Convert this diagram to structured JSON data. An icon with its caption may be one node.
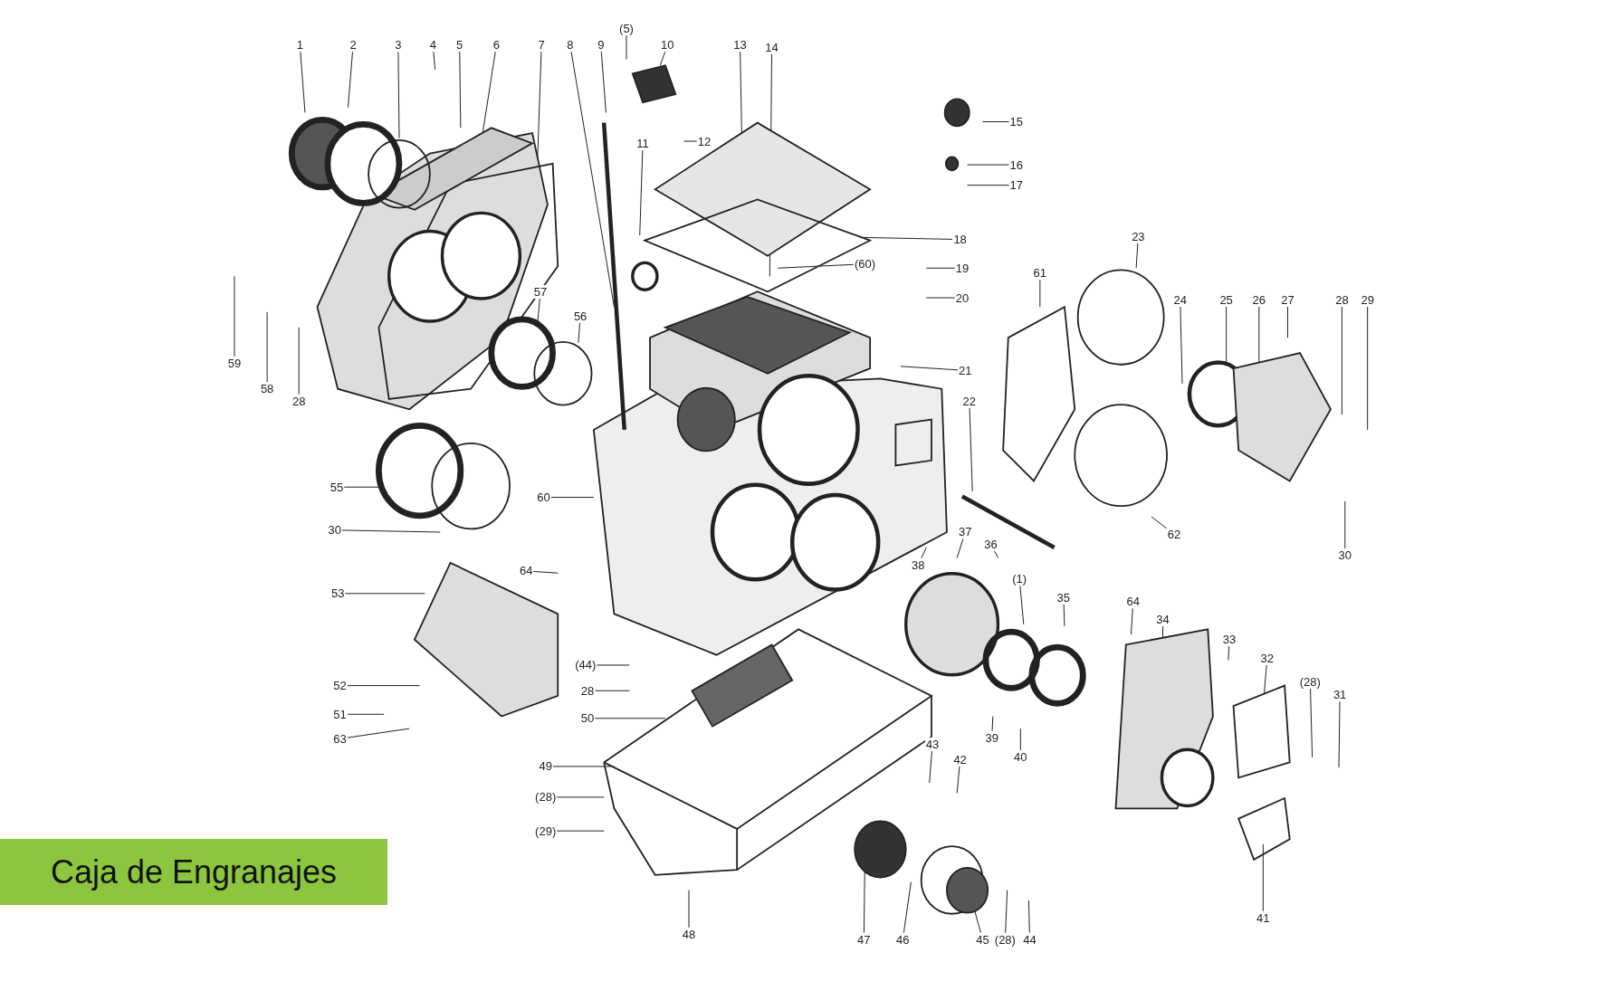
{
  "diagram": {
    "title": "Caja de Engranajes",
    "nodes": [
      {
        "text": [
          "1"
        ]
      },
      {
        "text": [
          "2"
        ]
      },
      {
        "text": [
          "3"
        ]
      },
      {
        "text": [
          "4"
        ]
      },
      {
        "text": [
          "5"
        ]
      },
      {
        "text": [
          "6"
        ]
      },
      {
        "text": [
          "7"
        ]
      },
      {
        "text": [
          "8"
        ]
      },
      {
        "text": [
          "9"
        ]
      },
      {
        "text": [
          "(5)"
        ]
      },
      {
        "text": [
          "10"
        ]
      },
      {
        "text": [
          "13"
        ]
      },
      {
        "text": [
          "14"
        ]
      },
      {
        "text": [
          "12"
        ]
      },
      {
        "text": [
          "11"
        ]
      },
      {
        "text": [
          "15"
        ]
      },
      {
        "text": [
          "16"
        ]
      },
      {
        "text": [
          "17"
        ]
      },
      {
        "text": [
          "18"
        ]
      },
      {
        "text": [
          "(60)"
        ]
      },
      {
        "text": [
          "19"
        ]
      },
      {
        "text": [
          "20"
        ]
      },
      {
        "text": [
          "21"
        ]
      },
      {
        "text": [
          "22"
        ]
      },
      {
        "text": [
          "23"
        ]
      },
      {
        "text": [
          "61"
        ]
      },
      {
        "text": [
          "24"
        ]
      },
      {
        "text": [
          "25"
        ]
      },
      {
        "text": [
          "26"
        ]
      },
      {
        "text": [
          "27"
        ]
      },
      {
        "text": [
          "28"
        ]
      },
      {
        "text": [
          "29"
        ]
      },
      {
        "text": [
          "30"
        ]
      },
      {
        "text": [
          "62"
        ]
      },
      {
        "text": [
          "64"
        ]
      },
      {
        "text": [
          "34"
        ]
      },
      {
        "text": [
          "33"
        ]
      },
      {
        "text": [
          "32"
        ]
      },
      {
        "text": [
          "(28)"
        ]
      },
      {
        "text": [
          "31"
        ]
      },
      {
        "text": [
          "41"
        ]
      },
      {
        "text": [
          "35"
        ]
      },
      {
        "text": [
          "(1)"
        ]
      },
      {
        "text": [
          "36"
        ]
      },
      {
        "text": [
          "37"
        ]
      },
      {
        "text": [
          "38"
        ]
      },
      {
        "text": [
          "39"
        ]
      },
      {
        "text": [
          "40"
        ]
      },
      {
        "text": [
          "43"
        ]
      },
      {
        "text": [
          "42"
        ]
      },
      {
        "text": [
          "44"
        ]
      },
      {
        "text": [
          "(28)"
        ]
      },
      {
        "text": [
          "45"
        ]
      },
      {
        "text": [
          "46"
        ]
      },
      {
        "text": [
          "47"
        ]
      },
      {
        "text": [
          "48"
        ]
      },
      {
        "text": [
          "(29)"
        ]
      },
      {
        "text": [
          "(28)"
        ]
      },
      {
        "text": [
          "49"
        ]
      },
      {
        "text": [
          "50"
        ]
      },
      {
        "text": [
          "(44)"
        ]
      },
      {
        "text": [
          "28"
        ]
      },
      {
        "text": [
          "51"
        ]
      },
      {
        "text": [
          "52"
        ]
      },
      {
        "text": [
          "63"
        ]
      },
      {
        "text": [
          "53"
        ]
      },
      {
        "text": [
          "64"
        ]
      },
      {
        "text": [
          "60"
        ]
      },
      {
        "text": [
          "30"
        ]
      },
      {
        "text": [
          "55"
        ]
      },
      {
        "text": [
          "57"
        ]
      },
      {
        "text": [
          "56"
        ]
      },
      {
        "text": [
          "59"
        ]
      },
      {
        "text": [
          "58"
        ]
      },
      {
        "text": [
          "28"
        ]
      }
    ],
    "edges": [
      {
        "from": 0,
        "to": null,
        "arrow": "none"
      },
      {
        "from": 1,
        "to": null,
        "arrow": "none"
      },
      {
        "from": 2,
        "to": null,
        "arrow": "none"
      },
      {
        "from": 3,
        "to": null,
        "arrow": "none"
      },
      {
        "from": 4,
        "to": null,
        "arrow": "none"
      },
      {
        "from": 5,
        "to": null,
        "arrow": "none"
      },
      {
        "from": 6,
        "to": null,
        "arrow": "none"
      },
      {
        "from": 7,
        "to": null,
        "arrow": "none"
      },
      {
        "from": 8,
        "to": null,
        "arrow": "none"
      },
      {
        "from": 9,
        "to": null,
        "arrow": "none"
      },
      {
        "from": 10,
        "to": null,
        "arrow": "none"
      },
      {
        "from": 11,
        "to": null,
        "arrow": "none"
      },
      {
        "from": 12,
        "to": null,
        "arrow": "none"
      },
      {
        "from": 13,
        "to": null,
        "arrow": "none"
      },
      {
        "from": 14,
        "to": null,
        "arrow": "none"
      },
      {
        "from": 15,
        "to": null,
        "arrow": "none"
      },
      {
        "from": 16,
        "to": null,
        "arrow": "none"
      },
      {
        "from": 17,
        "to": null,
        "arrow": "none"
      },
      {
        "from": 18,
        "to": null,
        "arrow": "none"
      },
      {
        "from": 19,
        "to": null,
        "arrow": "none"
      },
      {
        "from": 20,
        "to": null,
        "arrow": "none"
      },
      {
        "from": 21,
        "to": null,
        "arrow": "none"
      },
      {
        "from": 22,
        "to": null,
        "arrow": "none"
      },
      {
        "from": 23,
        "to": null,
        "arrow": "none"
      },
      {
        "from": 24,
        "to": null,
        "arrow": "none"
      },
      {
        "from": 25,
        "to": null,
        "arrow": "none"
      },
      {
        "from": 26,
        "to": null,
        "arrow": "none"
      },
      {
        "from": 27,
        "to": null,
        "arrow": "none"
      },
      {
        "from": 28,
        "to": null,
        "arrow": "none"
      },
      {
        "from": 29,
        "to": null,
        "arrow": "none"
      },
      {
        "from": 30,
        "to": null,
        "arrow": "none"
      },
      {
        "from": 31,
        "to": null,
        "arrow": "none"
      },
      {
        "from": 32,
        "to": null,
        "arrow": "none"
      },
      {
        "from": 33,
        "to": null,
        "arrow": "none"
      },
      {
        "from": 34,
        "to": null,
        "arrow": "none"
      },
      {
        "from": 35,
        "to": null,
        "arrow": "none"
      },
      {
        "from": 36,
        "to": null,
        "arrow": "none"
      },
      {
        "from": 37,
        "to": null,
        "arrow": "none"
      },
      {
        "from": 38,
        "to": null,
        "arrow": "none"
      },
      {
        "from": 39,
        "to": null,
        "arrow": "none"
      },
      {
        "from": 40,
        "to": null,
        "arrow": "none"
      },
      {
        "from": 41,
        "to": null,
        "arrow": "none"
      },
      {
        "from": 42,
        "to": null,
        "arrow": "none"
      },
      {
        "from": 43,
        "to": null,
        "arrow": "none"
      },
      {
        "from": 44,
        "to": null,
        "arrow": "none"
      },
      {
        "from": 45,
        "to": null,
        "arrow": "none"
      },
      {
        "from": 46,
        "to": null,
        "arrow": "none"
      },
      {
        "from": 47,
        "to": null,
        "arrow": "none"
      },
      {
        "from": 48,
        "to": null,
        "arrow": "none"
      },
      {
        "from": 49,
        "to": null,
        "arrow": "none"
      },
      {
        "from": 50,
        "to": null,
        "arrow": "none"
      },
      {
        "from": 51,
        "to": null,
        "arrow": "none"
      },
      {
        "from": 52,
        "to": null,
        "arrow": "none"
      },
      {
        "from": 53,
        "to": null,
        "arrow": "none"
      },
      {
        "from": 54,
        "to": null,
        "arrow": "none"
      },
      {
        "from": 55,
        "to": null,
        "arrow": "none"
      },
      {
        "from": 56,
        "to": null,
        "arrow": "none"
      },
      {
        "from": 57,
        "to": null,
        "arrow": "none"
      },
      {
        "from": 58,
        "to": null,
        "arrow": "none"
      },
      {
        "from": 59,
        "to": null,
        "arrow": "none"
      },
      {
        "from": 60,
        "to": null,
        "arrow": "none"
      },
      {
        "from": 61,
        "to": null,
        "arrow": "none"
      },
      {
        "from": 62,
        "to": null,
        "arrow": "none"
      },
      {
        "from": 63,
        "to": null,
        "arrow": "none"
      },
      {
        "from": 64,
        "to": null,
        "arrow": "none"
      },
      {
        "from": 65,
        "to": null,
        "arrow": "none"
      },
      {
        "from": 66,
        "to": null,
        "arrow": "none"
      },
      {
        "from": 67,
        "to": null,
        "arrow": "none"
      },
      {
        "from": 68,
        "to": null,
        "arrow": "none"
      },
      {
        "from": 69,
        "to": null,
        "arrow": "none"
      },
      {
        "from": 70,
        "to": null,
        "arrow": "none"
      },
      {
        "from": 71,
        "to": null,
        "arrow": "none"
      },
      {
        "from": 72,
        "to": null,
        "arrow": "none"
      },
      {
        "from": 73,
        "to": null,
        "arrow": "none"
      },
      {
        "from": 74,
        "to": null,
        "arrow": "none"
      }
    ]
  }
}
